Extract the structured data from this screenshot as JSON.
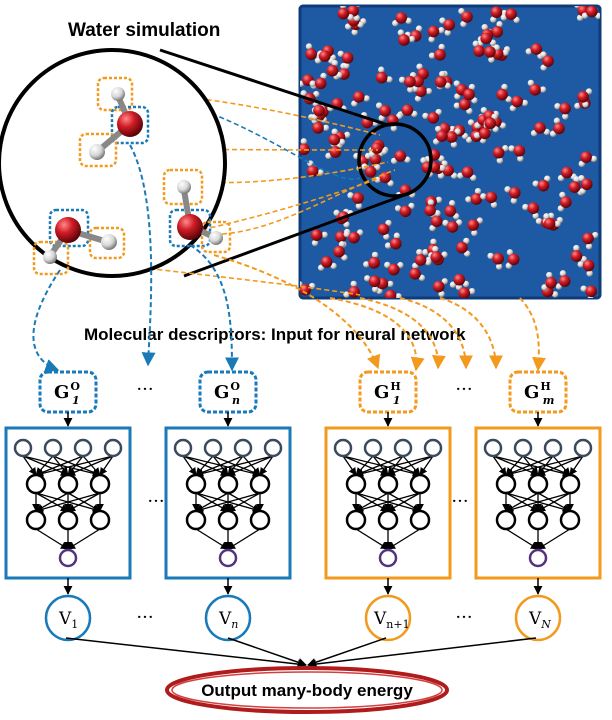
{
  "title": "Water simulation",
  "subtitle": "Molecular descriptors: Input for neural network",
  "descriptors": [
    {
      "base": "G",
      "sub": "1",
      "sup": "O",
      "type": "oxygen"
    },
    {
      "base": "G",
      "sub": "n",
      "sup": "O",
      "type": "oxygen"
    },
    {
      "base": "G",
      "sub": "1",
      "sup": "H",
      "type": "hydrogen"
    },
    {
      "base": "G",
      "sub": "m",
      "sup": "H",
      "type": "hydrogen"
    }
  ],
  "outputs": [
    {
      "base": "V",
      "sub": "1",
      "type": "oxygen"
    },
    {
      "base": "V",
      "sub": "n",
      "type": "oxygen"
    },
    {
      "base": "V",
      "sub": "n+1",
      "type": "hydrogen"
    },
    {
      "base": "V",
      "sub": "N",
      "type": "hydrogen"
    }
  ],
  "ellipsis": "···",
  "output_label": "Output many-body energy",
  "colors": {
    "oxygen_blue": "#1a7ab8",
    "hydrogen_orange": "#f39a1e",
    "simulation_bg": "#1d5aa3",
    "oxygen_atom": "#cc1a26",
    "hydrogen_atom": "#e6e6e6",
    "output_ring": "#b01c1c",
    "output_node": "#54327e"
  }
}
